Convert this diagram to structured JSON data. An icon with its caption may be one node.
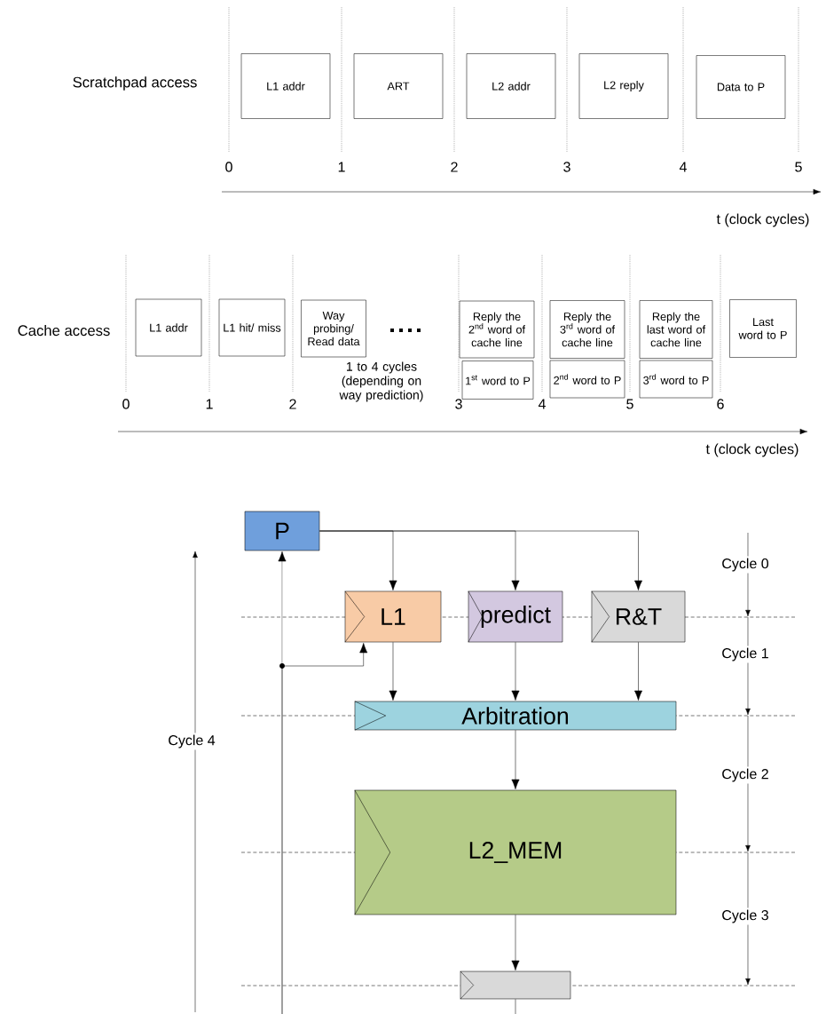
{
  "diagram": {
    "nodes": [
      {
        "text": [
          "L1 addr"
        ]
      },
      {
        "text": [
          "ART"
        ]
      },
      {
        "text": [
          "L2 addr"
        ]
      },
      {
        "text": [
          "L2 reply"
        ]
      },
      {
        "text": [
          "Data to P"
        ]
      },
      {
        "text": [
          "L1 addr"
        ]
      },
      {
        "text": [
          "L1 hit/ miss"
        ]
      },
      {
        "text": [
          "Way probing/ Read data"
        ],
        "beside": [
          "1 to 4 cycles (depending on way prediction)"
        ]
      },
      {
        "text": [
          "Reply the 2$^{nd}$ word of cache line"
        ]
      },
      {
        "text": [
          "1$^{st}$ word to P"
        ]
      },
      {
        "text": [
          "Reply the 3$^{rd}$ word of cache line"
        ]
      },
      {
        "text": [
          "2$^{nd}$ word to P"
        ]
      },
      {
        "text": [
          "Reply the last word of cache line"
        ]
      },
      {
        "text": [
          "3$^{rd}$ word to P"
        ]
      },
      {
        "text": [
          "Last word to P"
        ]
      },
      {
        "text": [
          "P"
        ]
      },
      {
        "text": [
          "L1"
        ]
      },
      {
        "text": [
          "predict"
        ]
      },
      {
        "text": [
          "R&T"
        ]
      },
      {
        "text": [
          "Arbitration"
        ]
      },
      {
        "text": [
          "L2_MEM"
        ]
      },
      {
        "text": [],
        "shape": "box"
      }
    ],
    "edges": [
      {
        "from": null,
        "to": 15,
        "arrow": "to"
      },
      {
        "from": null,
        "to": 16,
        "arrow": "to"
      },
      {
        "from": 15,
        "to": 16,
        "arrow": "to"
      },
      {
        "from": 15,
        "to": 17,
        "arrow": "to"
      },
      {
        "from": 15,
        "to": 18,
        "arrow": "to"
      },
      {
        "from": 16,
        "to": 19,
        "arrow": "to"
      },
      {
        "from": 17,
        "to": 19,
        "arrow": "to"
      },
      {
        "from": 18,
        "to": 19,
        "arrow": "to"
      },
      {
        "from": 19,
        "to": 20,
        "arrow": "to"
      },
      {
        "from": 20,
        "to": 21,
        "arrow": "to"
      },
      {
        "from": 21,
        "to": null,
        "arrow": "none"
      }
    ],
    "labels": [
      "Scratchpad access",
      "0",
      "1",
      "2",
      "3",
      "4",
      "5",
      "t (clock cycles)",
      "Cache access",
      "0",
      "1",
      "2",
      "3",
      "4",
      "5",
      "6",
      "t (clock cycles)",
      "Cycle 0",
      "Cycle 1",
      "Cycle 4",
      "Cycle 2",
      "Cycle 3"
    ]
  }
}
